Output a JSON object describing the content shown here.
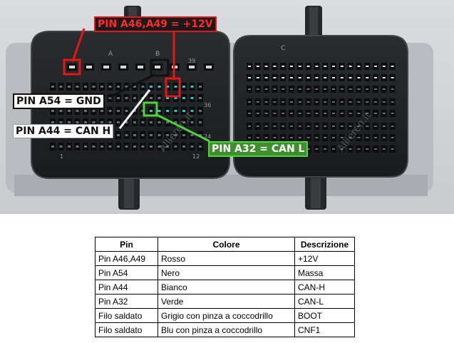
{
  "labels": {
    "power": "PIN A46,A49 = +12V",
    "gnd": "PIN A54 = GND",
    "canh": "PIN A44 = CAN H",
    "canl": "PIN A32 = CAN L"
  },
  "connector_marks": {
    "a": "A",
    "b": "B",
    "c": "C",
    "n1": "1",
    "n12": "12",
    "n36": "36",
    "n24": "24",
    "n39": "39"
  },
  "watermark": "Allieren.it",
  "colors": {
    "power": "#e01818",
    "gnd": "#111111",
    "canh": "#ffffff",
    "canl": "#4cd43c",
    "pin_highlight": "#2ec4c4"
  },
  "table": {
    "headers": [
      "Pin",
      "Colore",
      "Descrizione"
    ],
    "rows": [
      [
        "Pin A46,A49",
        "Rosso",
        "+12V"
      ],
      [
        "Pin A54",
        "Nero",
        "Massa"
      ],
      [
        "Pin A44",
        "Bianco",
        "CAN-H"
      ],
      [
        "Pin A32",
        "Verde",
        "CAN-L"
      ],
      [
        "Filo saldato",
        "Grigio con pinza a coccodrillo",
        "BOOT"
      ],
      [
        "Filo saldato",
        "Blu con pinza a coccodrillo",
        "CNF1"
      ]
    ]
  }
}
